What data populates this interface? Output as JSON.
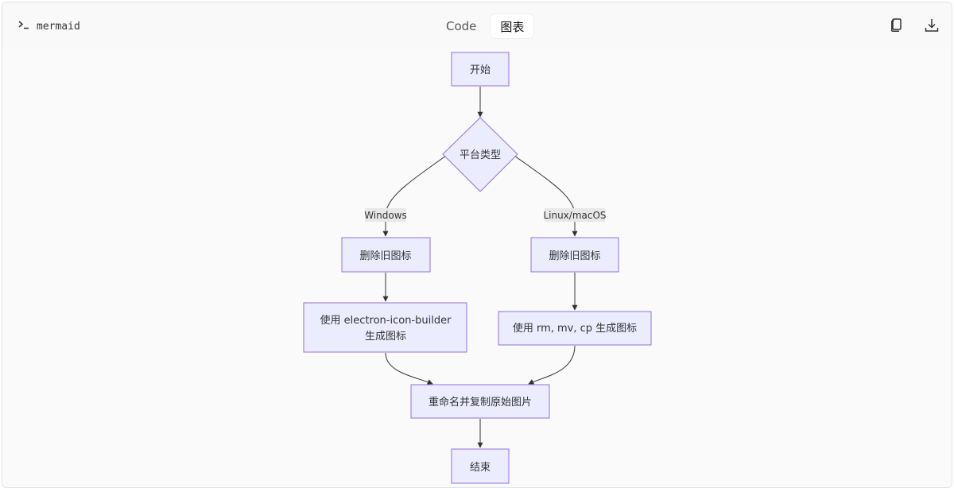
{
  "header": {
    "language": "mermaid",
    "tabs": [
      {
        "label": "Code",
        "active": false
      },
      {
        "label": "图表",
        "active": true
      }
    ],
    "icons": {
      "prompt": "terminal-prompt-icon",
      "copy": "copy-icon",
      "download": "download-icon"
    }
  },
  "diagram": {
    "nodes": {
      "start": "开始",
      "decision": "平台类型",
      "win_delete": "删除旧图标",
      "mac_delete": "删除旧图标",
      "win_build_line1": "使用 electron-icon-builder",
      "win_build_line2": "生成图标",
      "mac_build": "使用 rm, mv, cp 生成图标",
      "rename": "重命名并复制原始图片",
      "end": "结束"
    },
    "edge_labels": {
      "windows": "Windows",
      "linux_mac": "Linux/macOS"
    },
    "colors": {
      "node_fill": "#ECECFF",
      "node_stroke": "#9370DB",
      "edge": "#333333",
      "label_bg": "#e8e8e8"
    }
  }
}
